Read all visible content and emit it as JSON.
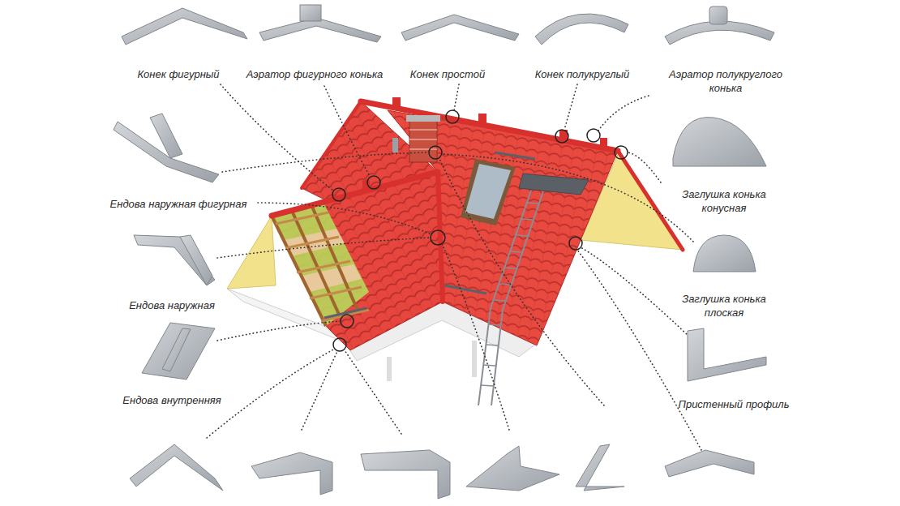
{
  "diagram": {
    "labels": [
      "Конек фигурный",
      "Аэратор фигурного конька",
      "Конек простой",
      "Конек полукруглый",
      "Аэратор полукруглого конька",
      "Ендова наружная фигурная",
      "Заглушка конька конусная",
      "Ендова наружная",
      "Заглушка конька плоская",
      "Ендова внутренняя",
      "Пристенный профиль"
    ]
  }
}
